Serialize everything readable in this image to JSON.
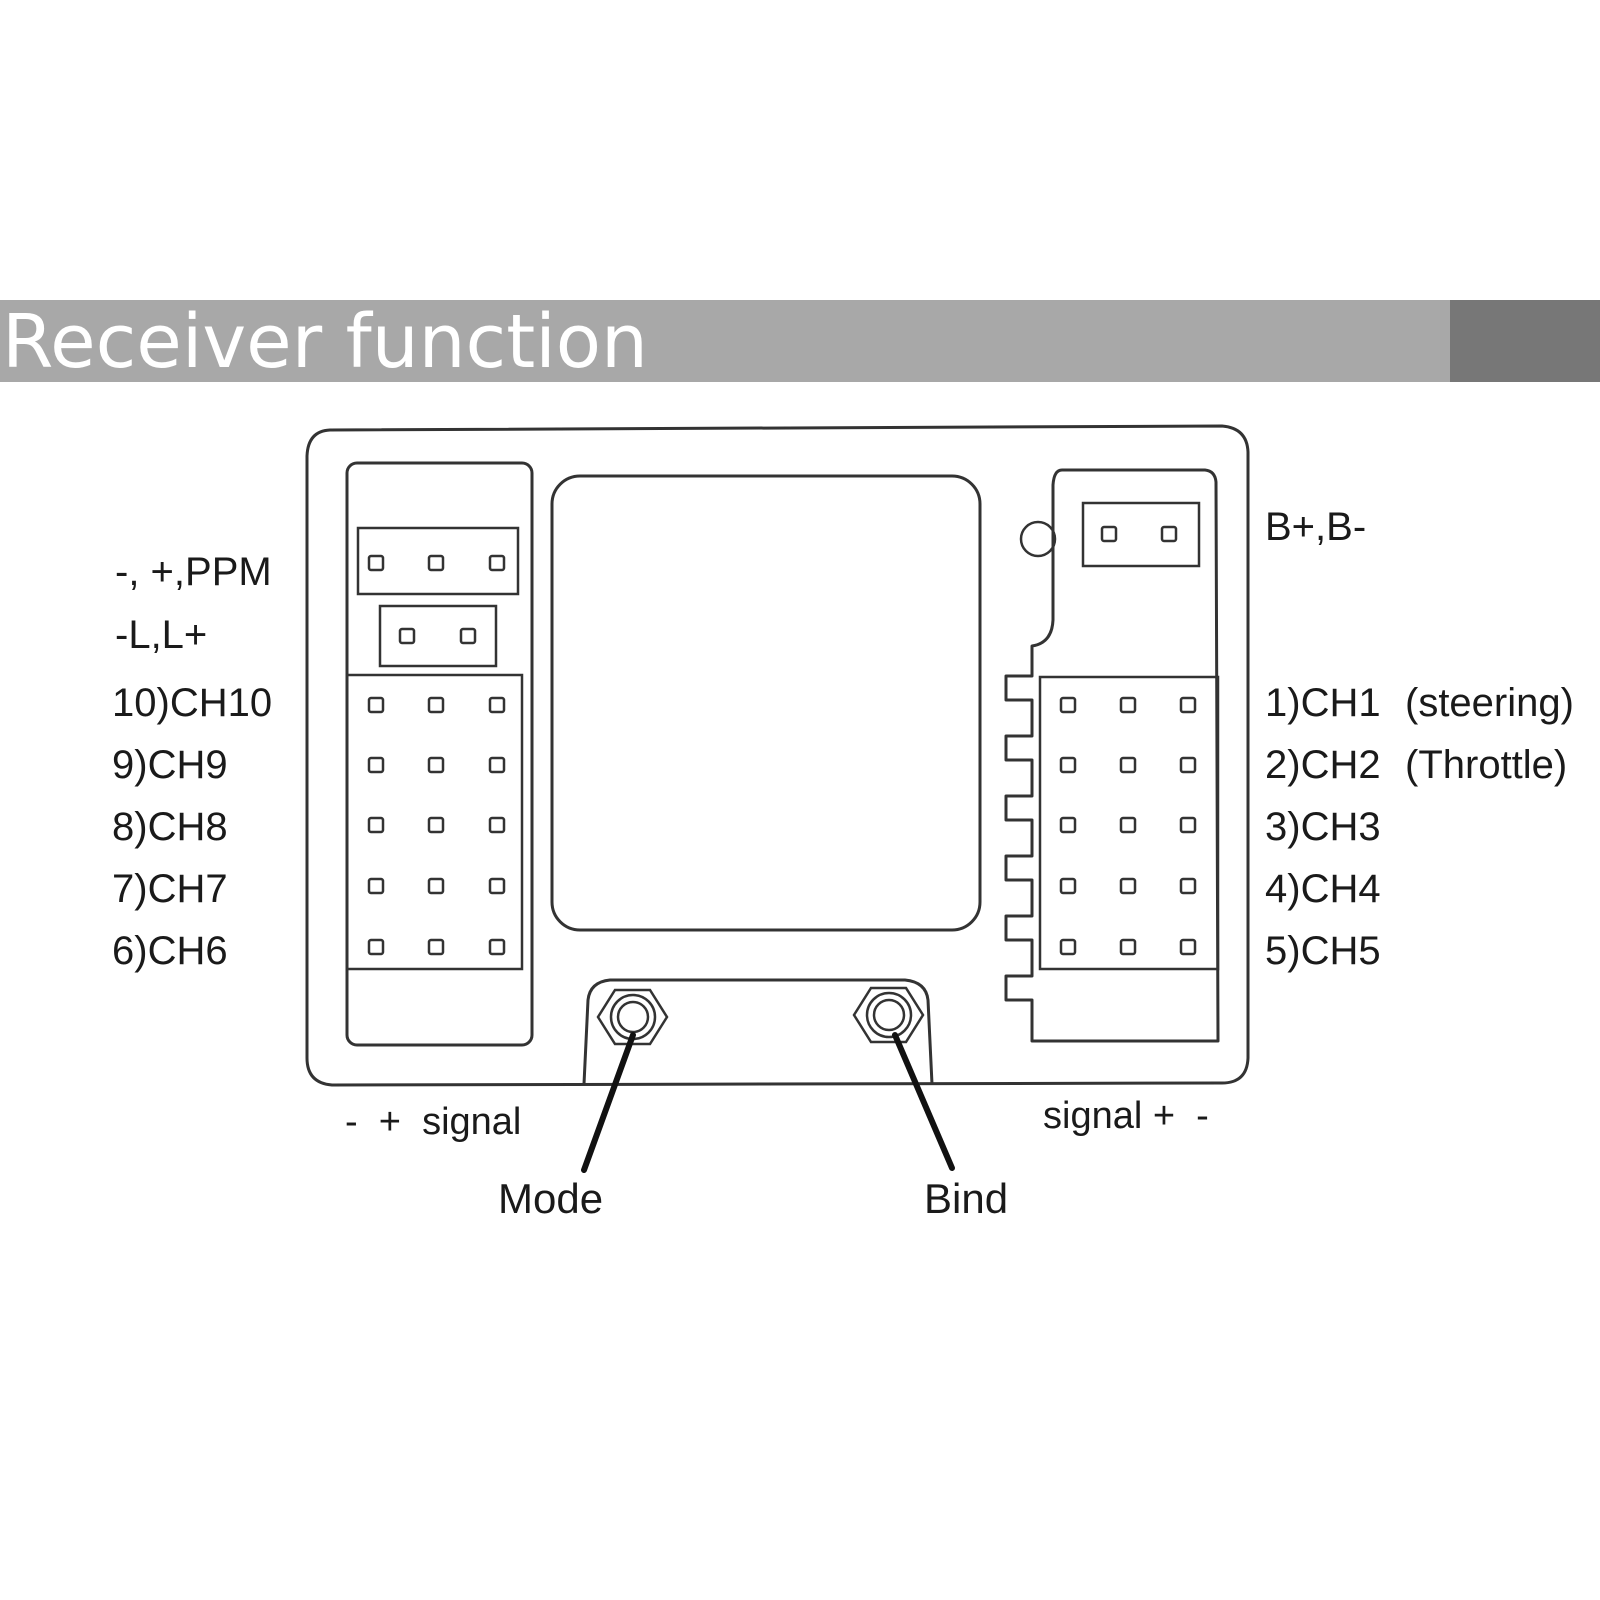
{
  "title": "Receiver function",
  "colors": {
    "banner": "#a8a8a8",
    "banner_dark": "#777777",
    "ink": "#333333"
  },
  "left_labels": {
    "ppm": "-, +,PPM",
    "lbus": "-L,L+",
    "ch10": "10)CH10",
    "ch9": "9)CH9",
    "ch8": "8)CH8",
    "ch7": "7)CH7",
    "ch6": "6)CH6"
  },
  "right_labels": {
    "battery": "B+,B-",
    "ch1": "1)CH1",
    "ch1_note": "(steering)",
    "ch2": "2)CH2",
    "ch2_note": "(Throttle)",
    "ch3": "3)CH3",
    "ch4": "4)CH4",
    "ch5": "5)CH5"
  },
  "bottom_labels": {
    "left_pins": "-  +  signal",
    "right_pins": "signal +  -",
    "mode_button": "Mode",
    "bind_button": "Bind"
  }
}
